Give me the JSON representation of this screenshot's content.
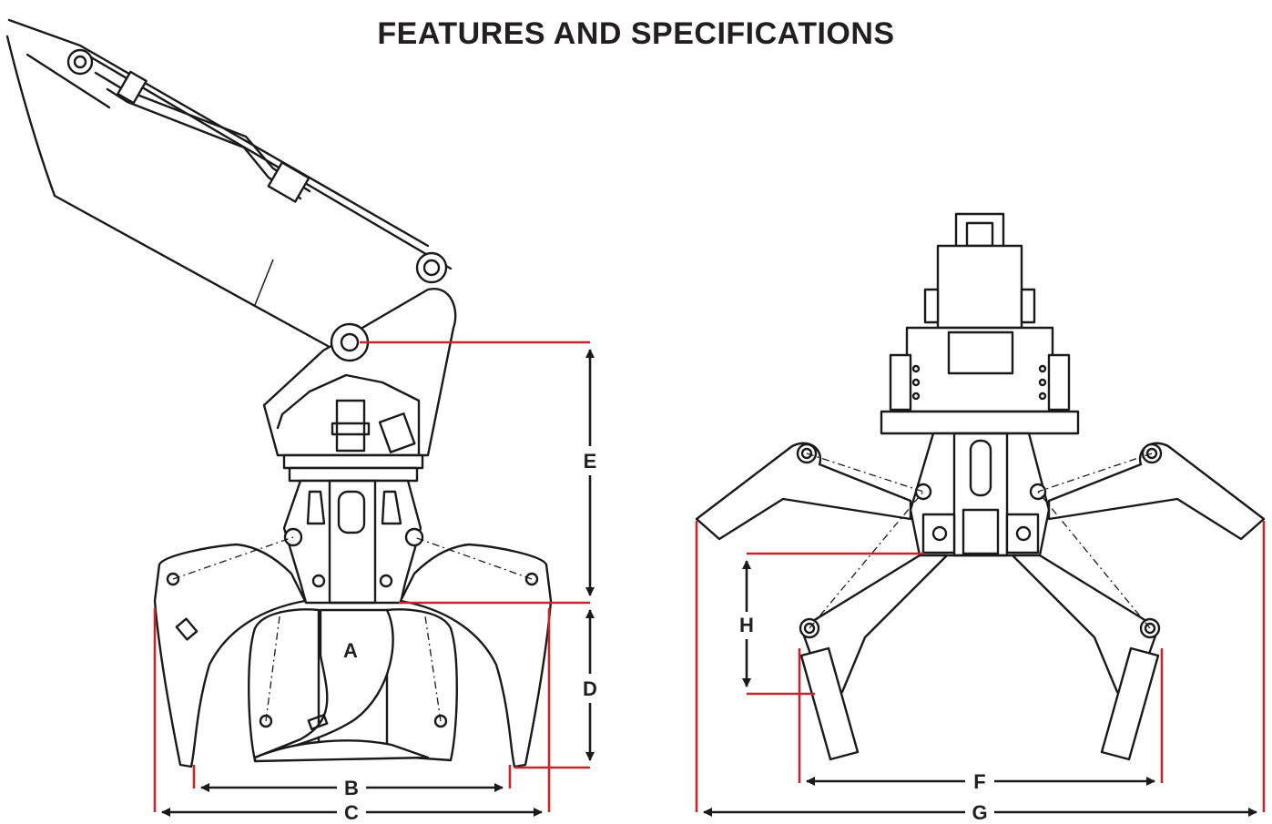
{
  "title": "FEATURES AND SPECIFICATIONS",
  "dimension_labels": {
    "a": "A",
    "b": "B",
    "c": "C",
    "d": "D",
    "e": "E",
    "f": "F",
    "g": "G",
    "h": "H"
  },
  "colors": {
    "accent": "#c1272d",
    "ink": "#1a1a1a",
    "background": "#ffffff"
  }
}
